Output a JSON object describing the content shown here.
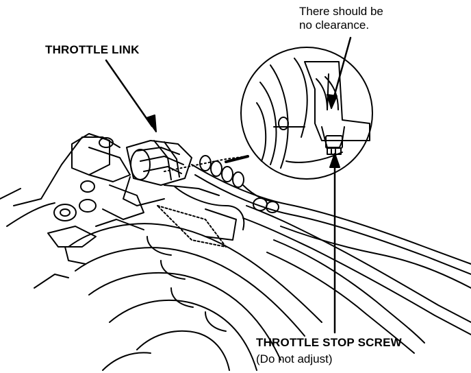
{
  "labels": {
    "clearance_line1": "There should be",
    "clearance_line2": "no clearance.",
    "throttle_link": "THROTTLE LINK",
    "stop_screw": "THROTTLE STOP SCREW",
    "stop_screw_note": "(Do not adjust)"
  },
  "colors": {
    "ink": "#000000",
    "paper": "#ffffff"
  }
}
